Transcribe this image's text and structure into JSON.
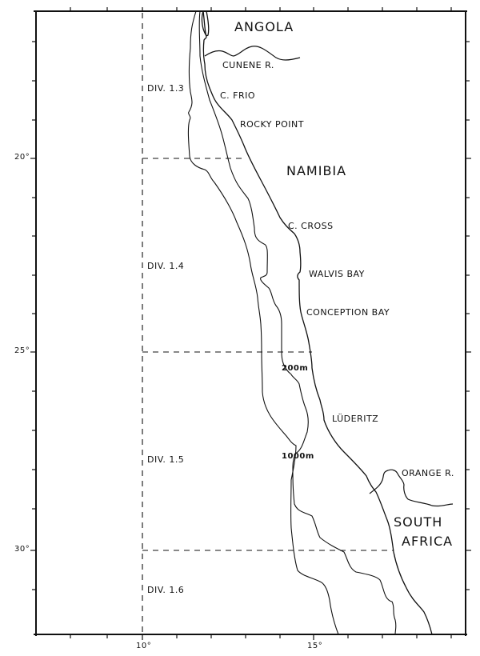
{
  "map": {
    "type": "fisheries division map",
    "frame": {
      "lon_range": [
        7.0,
        19.5
      ],
      "lat_range": [
        16.3,
        32.3
      ]
    },
    "axes": {
      "lat_labels": [
        "20°",
        "25°",
        "30°"
      ],
      "lon_labels": [
        "10°",
        "15°"
      ]
    },
    "countries": {
      "angola": "ANGOLA",
      "namibia": "NAMIBIA",
      "south_africa_line1": "SOUTH",
      "south_africa_line2": "AFRICA"
    },
    "places": {
      "cunene": "CUNENE R.",
      "frio": "C. FRIO",
      "rocky_point": "ROCKY POINT",
      "cross": "C. CROSS",
      "walvis": "WALVIS BAY",
      "conception": "CONCEPTION BAY",
      "luderitz": "LÜDERITZ",
      "orange": "ORANGE R."
    },
    "divisions": {
      "d13": "DIV. 1.3",
      "d14": "DIV. 1.4",
      "d15": "DIV. 1.5",
      "d16": "DIV. 1.6"
    },
    "depth_contours": {
      "shallow": "200m",
      "deep": "1000m"
    },
    "division_boundaries": {
      "meridian": "10°E",
      "parallels": [
        "20°S",
        "25°S",
        "30°S"
      ]
    },
    "colors": {
      "ink": "#111111",
      "paper": "#ffffff"
    }
  }
}
